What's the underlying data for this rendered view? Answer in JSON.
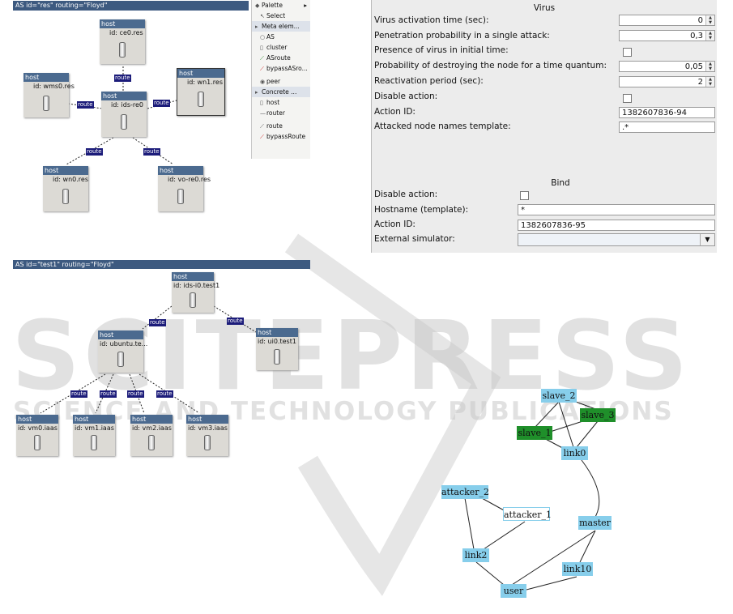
{
  "as1": {
    "header": "AS id=\"res\" routing=\"Floyd\"",
    "hosts": [
      {
        "title": "host",
        "id": "id: ce0.res"
      },
      {
        "title": "host",
        "id": "id: wms0.res"
      },
      {
        "title": "host",
        "id": "id: ids-re0"
      },
      {
        "title": "host",
        "id": "id: wn1.res"
      },
      {
        "title": "host",
        "id": "id: wn0.res"
      },
      {
        "title": "host",
        "id": "id: vo-re0.res"
      }
    ],
    "route_label": "route"
  },
  "palette": {
    "title": "Palette",
    "select": "Select",
    "meta_section": "Meta elem...",
    "as": "AS",
    "cluster": "cluster",
    "asroute": "ASroute",
    "bypassasroute": "bypassASro...",
    "peer": "peer",
    "concrete_section": "Concrete ...",
    "host": "host",
    "router": "router",
    "route": "route",
    "bypassroute": "bypassRoute"
  },
  "as2": {
    "header": "AS id=\"test1\" routing=\"Floyd\"",
    "hosts": [
      {
        "title": "host",
        "id": "id: ids-i0.test1"
      },
      {
        "title": "host",
        "id": "id: ubuntu.te..."
      },
      {
        "title": "host",
        "id": "id: ui0.test1"
      },
      {
        "title": "host",
        "id": "id: vm0.iaas"
      },
      {
        "title": "host",
        "id": "id: vm1.iaas"
      },
      {
        "title": "host",
        "id": "id: vm2.iaas"
      },
      {
        "title": "host",
        "id": "id: vm3.iaas"
      }
    ],
    "route_label": "route"
  },
  "form": {
    "virus_title": "Virus",
    "activation_label": "Virus activation time (sec):",
    "activation_value": "0",
    "penetration_label": "Penetration probability in a single attack:",
    "penetration_value": "0,3",
    "presence_label": "Presence of virus in initial time:",
    "destroy_label": "Probability of destroying the node for a time quantum:",
    "destroy_value": "0,05",
    "reactivation_label": "Reactivation period (sec):",
    "reactivation_value": "2",
    "disable_label": "Disable action:",
    "action_id_label": "Action ID:",
    "action_id_value": "1382607836-94",
    "attacked_label": "Attacked node names template:",
    "attacked_value": ".*",
    "bind_title": "Bind",
    "bind_disable_label": "Disable action:",
    "hostname_label": "Hostname (template):",
    "hostname_value": "*",
    "bind_action_id_label": "Action ID:",
    "bind_action_id_value": "1382607836-95",
    "external_label": "External simulator:",
    "external_value": ""
  },
  "graph": {
    "nodes": {
      "slave_2": "slave_2",
      "slave_3": "slave_3",
      "slave_1": "slave_1",
      "link0": "link0",
      "attacker_2": "attacker_2",
      "attacker_1": "attacker_1",
      "master": "master",
      "link2": "link2",
      "link10": "link10",
      "user": "user"
    },
    "colors": {
      "blue": "#87ceeb",
      "green": "#1f8f2a"
    }
  },
  "watermark": {
    "main": "SCITEPRESS",
    "sub": "SCIENCE AND TECHNOLOGY PUBLICATIONS"
  }
}
